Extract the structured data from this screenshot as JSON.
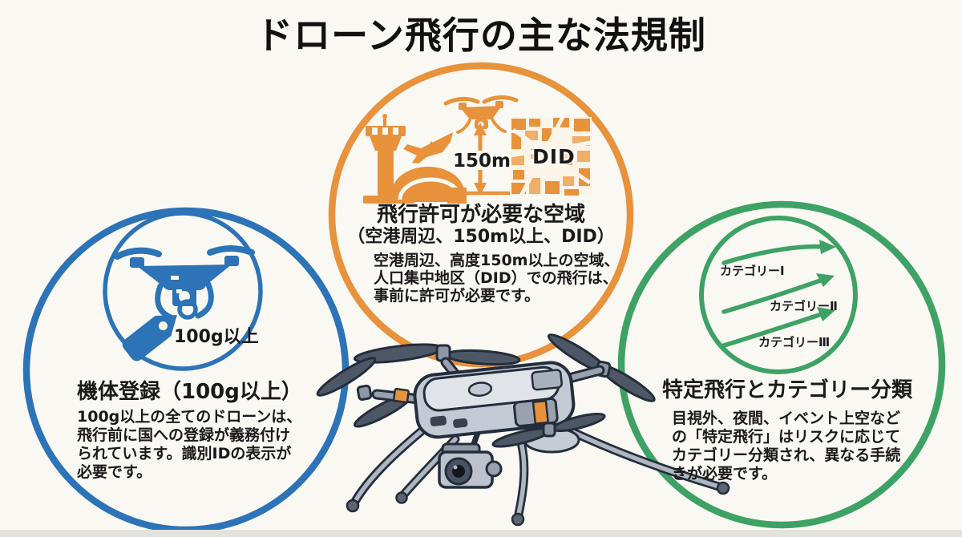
{
  "page": {
    "title": "ドローン飛行の主な法規制",
    "background_color": "#FAF8F3",
    "footer_strip_color": "#E3E2DB",
    "text_color": "#1A1A1A"
  },
  "sections": {
    "registration": {
      "accent_color": "#2C73B7",
      "icons": [
        "drone-icon",
        "price-tag-icon"
      ],
      "tag_label": "100g以上",
      "heading": "機体登録（100g以上）",
      "body": "100g以上の全てのドローンは、\n飛行前に国への登録が義務付け\nられています。識別IDの表示が\n必要です。"
    },
    "airspace": {
      "accent_color": "#E8923C",
      "icons": [
        "airport-tower-icon",
        "airplane-icon",
        "drone-icon",
        "altitude-arrow-icon",
        "city-map-icon"
      ],
      "altitude_label": "150m",
      "map_label": "DID",
      "heading": "飛行許可が必要な空域",
      "subheading": "（空港周辺、150m以上、DID）",
      "body": "空港周辺、高度150m以上の空域、\n人口集中地区（DID）での飛行は、\n事前に許可が必要です。"
    },
    "category": {
      "accent_color": "#3EA265",
      "icons": [
        "curved-arrow-icon"
      ],
      "arrow_labels": [
        "カテゴリーⅠ",
        "カテゴリーⅡ",
        "カテゴリーⅢ"
      ],
      "heading": "特定飛行とカテゴリー分類",
      "body": "目視外、夜間、イベント上空など\nの「特定飛行」はリスクに応じて\nカテゴリー分類され、異なる手続\nきが必要です。"
    }
  },
  "center_illustration": {
    "name": "quadcopter-drone-illustration"
  }
}
